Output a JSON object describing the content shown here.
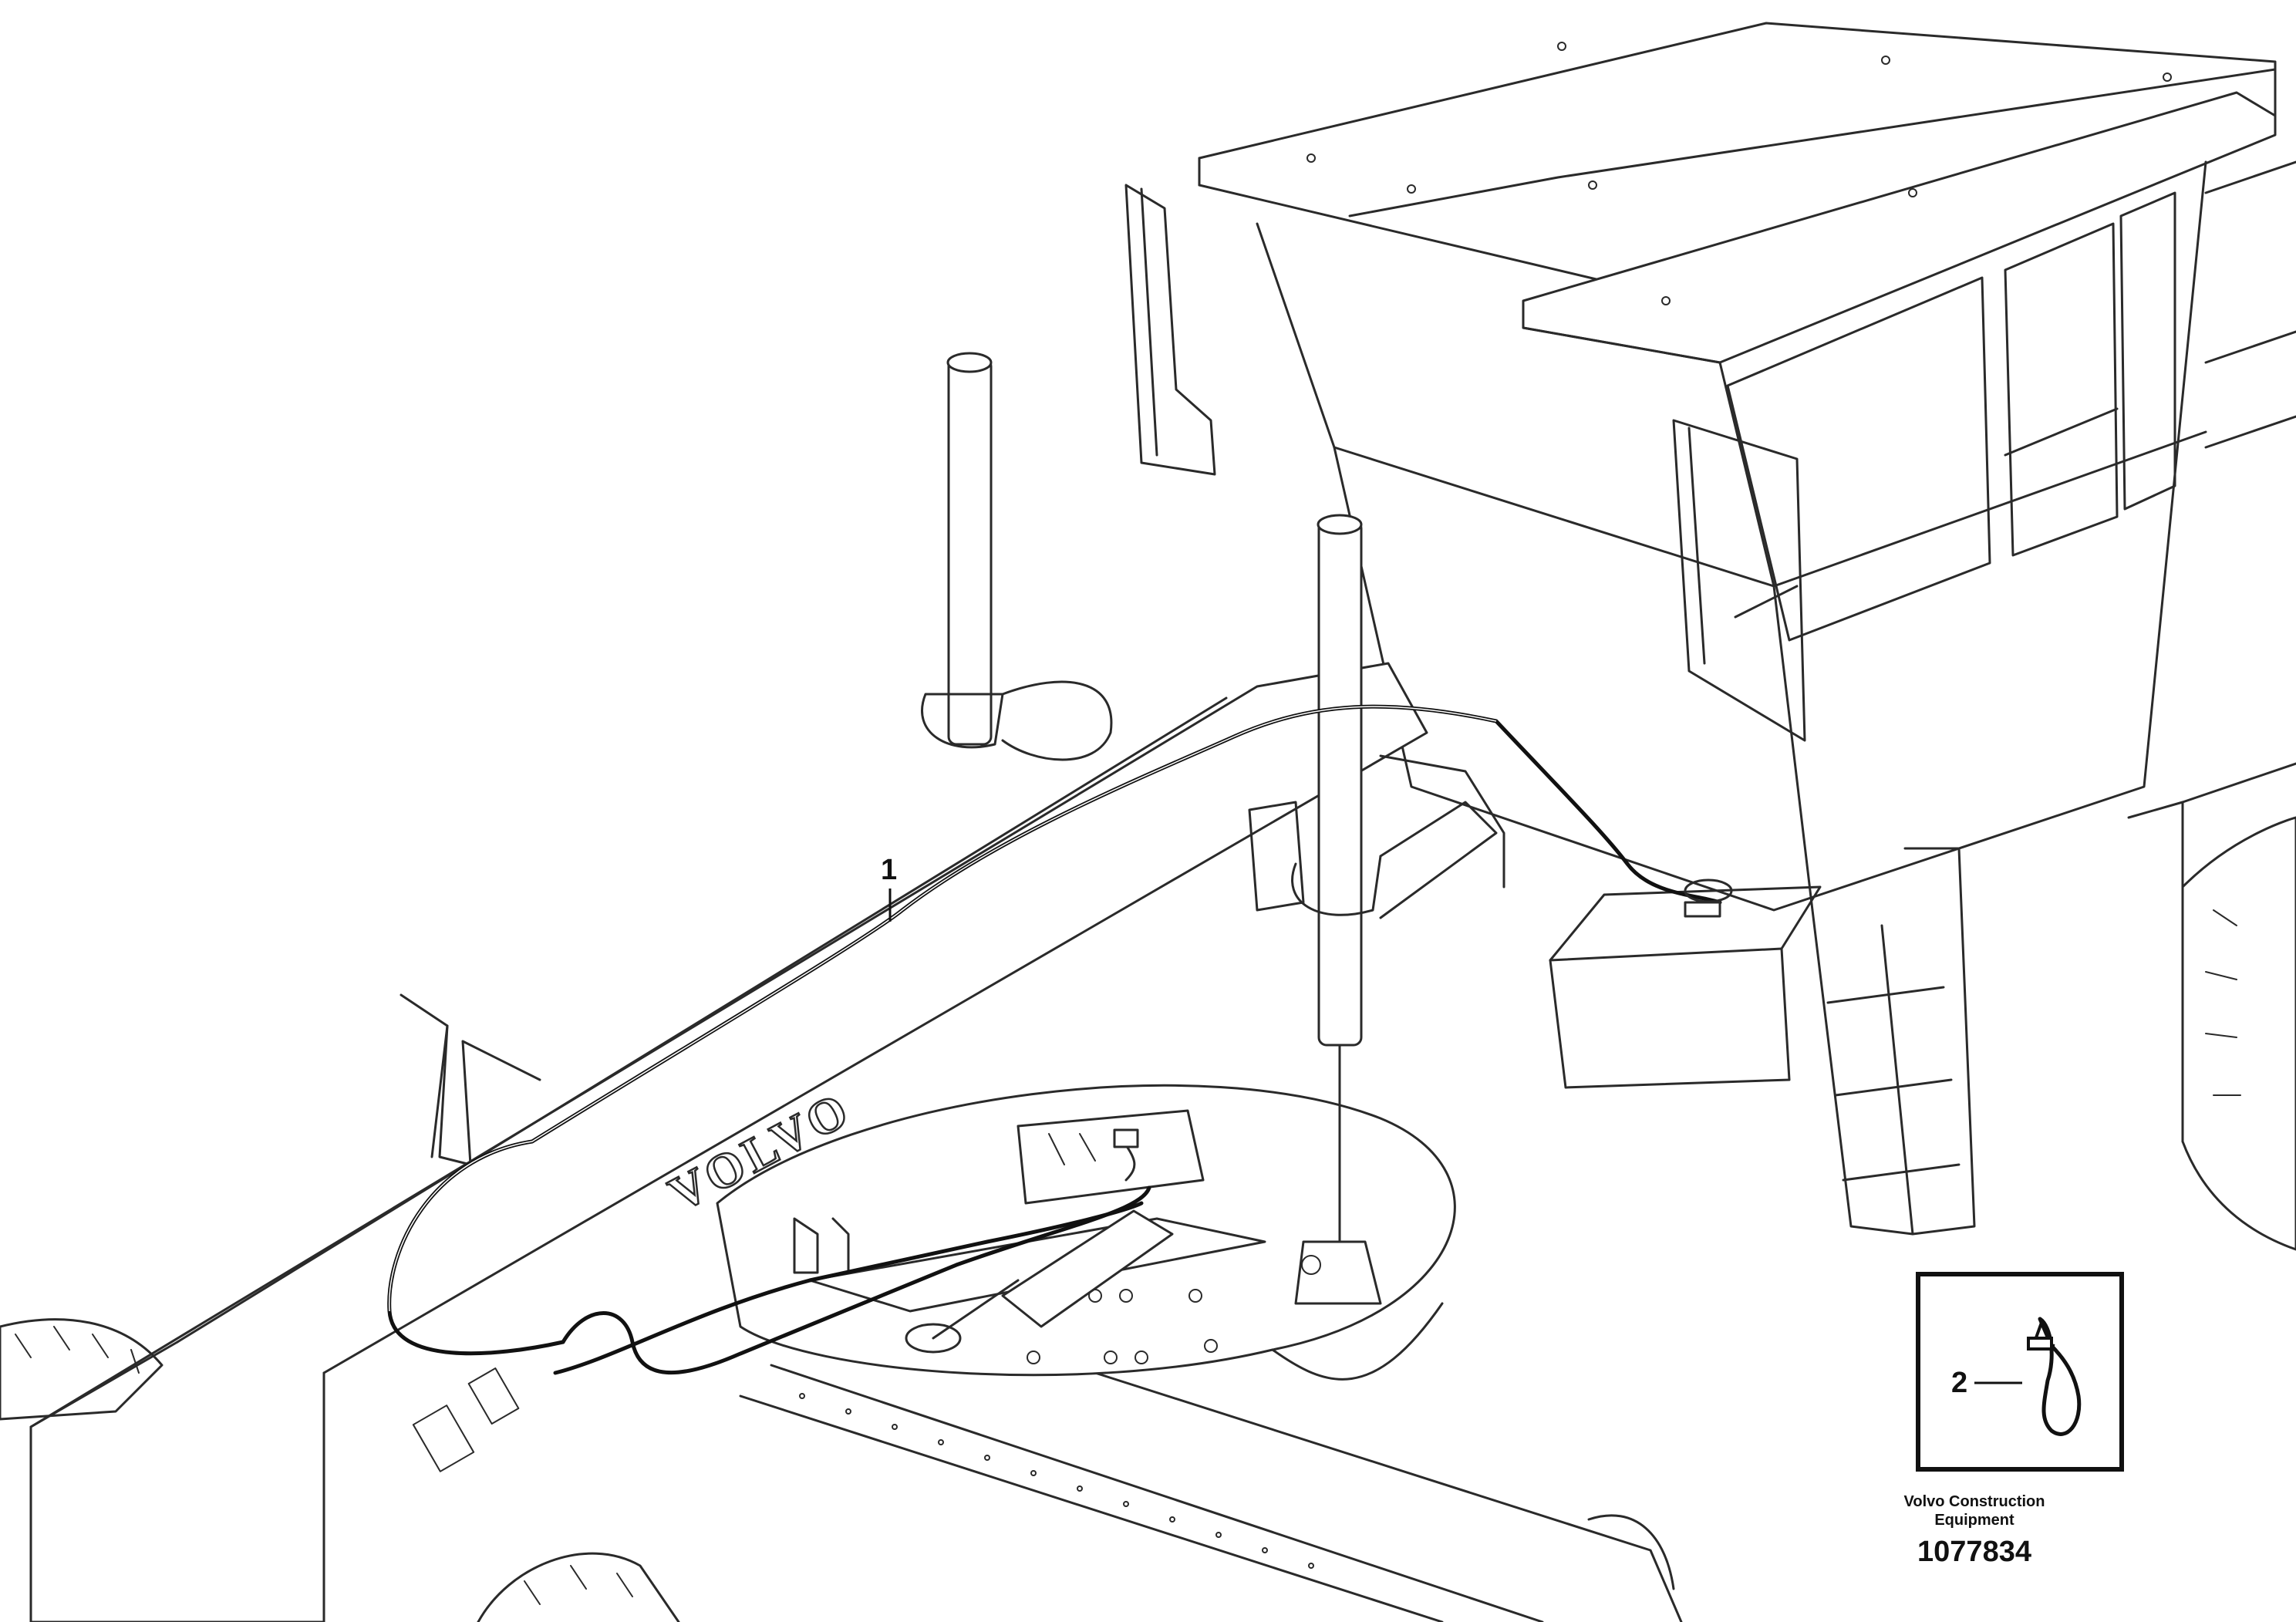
{
  "callouts": {
    "item_1": "1",
    "item_2": "2"
  },
  "frame_logo_text": "VOLVO",
  "brand": {
    "line1": "Volvo Construction",
    "line2": "Equipment"
  },
  "document_number": "1077834",
  "colors": {
    "line": "#2a2a2a",
    "cable": "#111111",
    "background": "#ffffff"
  },
  "icons": {
    "cable_tie": "cable-tie-icon"
  }
}
